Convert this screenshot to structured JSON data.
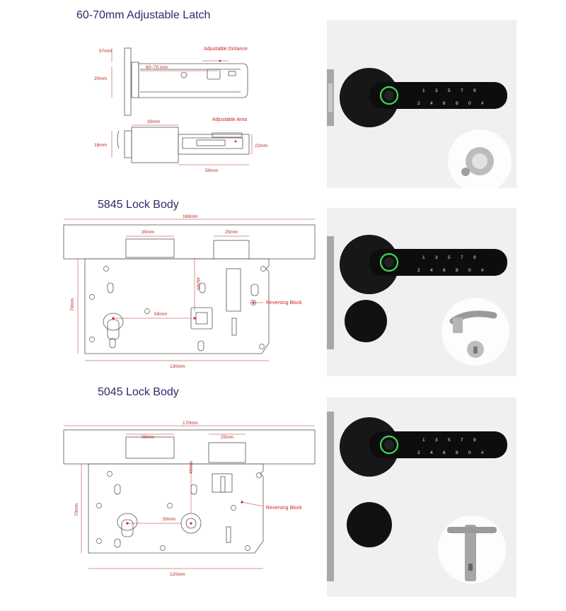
{
  "sections": [
    {
      "title": "60-70mm Adjustable Latch",
      "labels": {
        "h57": "57mm",
        "h20": "20mm",
        "range": "60~70 mm",
        "adj_distance": "Adjustable Distance",
        "w30": "30mm",
        "adj_area": "Adjustable Area",
        "h18": "18mm",
        "h22": "22mm",
        "w50": "50mm"
      }
    },
    {
      "title": "5845 Lock Body",
      "labels": {
        "overall": "168mm",
        "w35": "35mm",
        "w25": "25mm",
        "h45": "45mm",
        "h70": "70mm",
        "w58": "58mm",
        "w130": "130mm",
        "reversing": "Reversing Block"
      }
    },
    {
      "title": "5045 Lock Body",
      "labels": {
        "overall": "170mm",
        "w38": "38mm",
        "w25": "25mm",
        "h45": "45mm",
        "h70": "70mm",
        "w50": "50mm",
        "w120": "120mm",
        "reversing": "Reversing Block"
      }
    }
  ],
  "keypad_keys": [
    "1",
    "2",
    "3",
    "4",
    "5",
    "6",
    "7",
    "8",
    "9",
    "0",
    "#"
  ],
  "colors": {
    "title": "#2b2b6e",
    "dimension_red": "#d42020",
    "lock_black": "#141414",
    "fingerprint_ring": "#3ddc5a"
  },
  "icons": [
    "lock-handle-photo",
    "knob-photo",
    "lever-handle-photo",
    "lever-plate-photo"
  ]
}
